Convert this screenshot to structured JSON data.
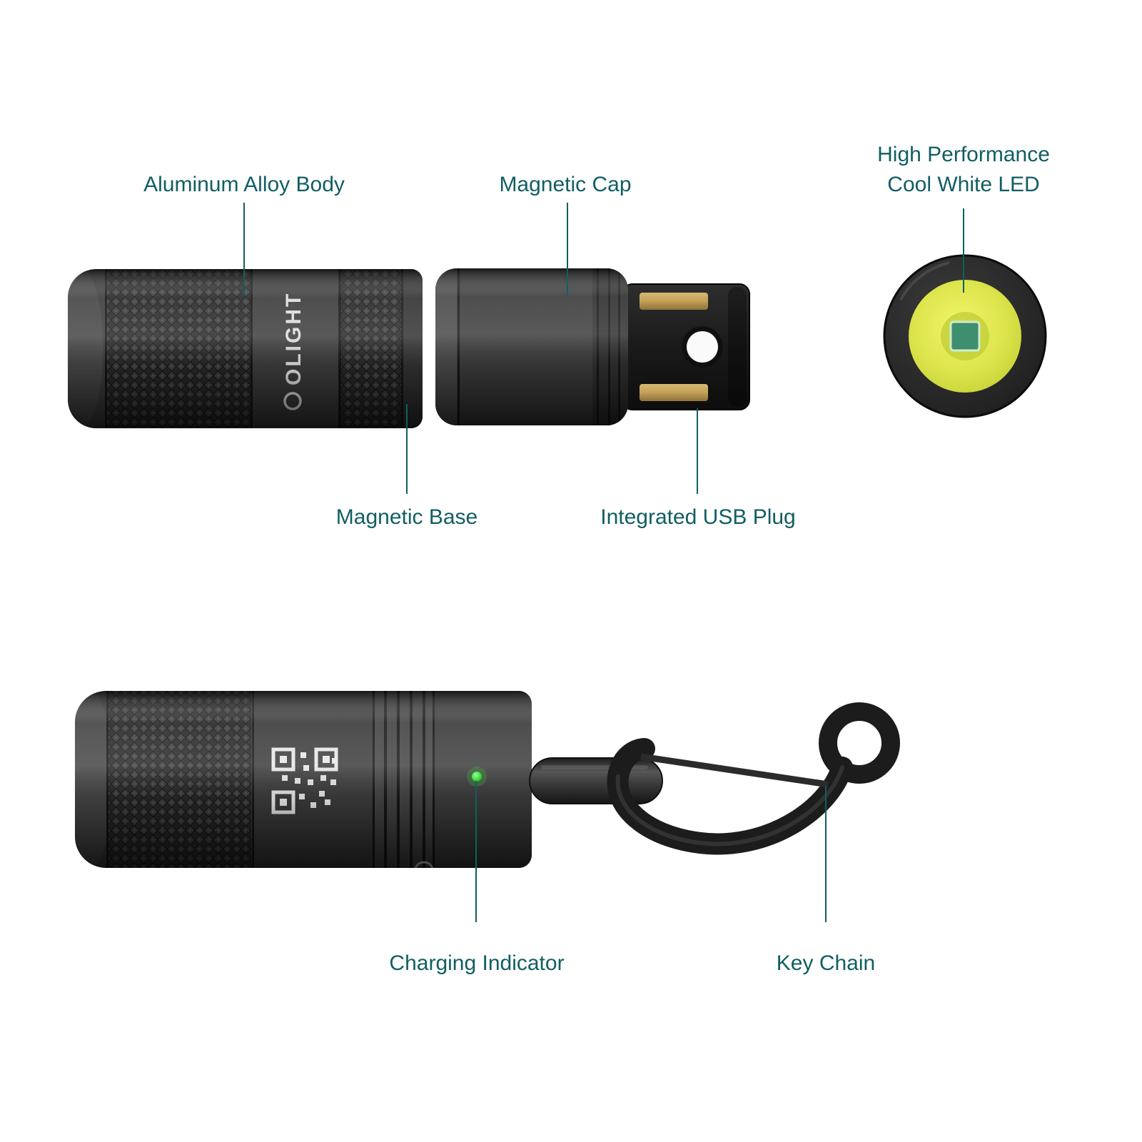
{
  "colors": {
    "accent": "#115e63",
    "led-yellow": "#d9e24a",
    "indicator-green": "#3ddc3d",
    "body-black": "#1c1c1c",
    "background": "#ffffff"
  },
  "callouts": {
    "aluminum_body": "Aluminum Alloy Body",
    "magnetic_cap": "Magnetic Cap",
    "led_line1": "High Performance",
    "led_line2": "Cool White LED",
    "magnetic_base": "Magnetic Base",
    "usb_plug": "Integrated USB Plug",
    "charging_indicator": "Charging Indicator",
    "key_chain": "Key Chain"
  },
  "brand": {
    "logo_text": "OLIGHT"
  }
}
